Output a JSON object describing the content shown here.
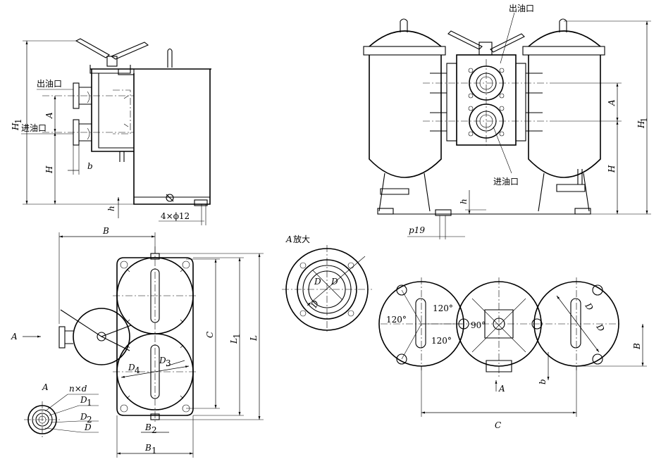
{
  "labels": {
    "outlet": "出油口",
    "inlet": "进油口",
    "dim_H1": "H",
    "sub_1": "1",
    "dim_A": "A",
    "dim_H": "H",
    "dim_b": "b",
    "dim_h": "h",
    "holes": "4×ϕ12",
    "pitch": "p19",
    "dim_B": "B",
    "dim_B1": "B",
    "dim_B2": "B",
    "sub_2": "2",
    "dim_C": "C",
    "dim_L": "L",
    "dim_L1": "L",
    "dim_D": "D",
    "dim_D1": "D",
    "dim_D2": "D",
    "dim_D3": "D",
    "dim_D4": "D",
    "sub_3": "3",
    "sub_4": "4",
    "view_A": "A",
    "enlarge": "放大",
    "flange_spec": "n×d",
    "angle_120": "120°",
    "angle_90": "90°",
    "arrow_A": "A"
  }
}
